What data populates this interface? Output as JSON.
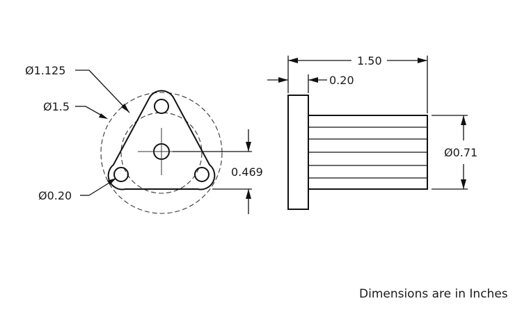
{
  "front_view": {
    "dia_outer": "Ø1.125",
    "dia_large": "Ø1.5",
    "dia_hole": "Ø0.20",
    "offset": "0.469"
  },
  "side_view": {
    "length": "1.50",
    "flange_thickness": "0.20",
    "body_dia": "Ø0.71"
  },
  "note": "Dimensions are in Inches"
}
